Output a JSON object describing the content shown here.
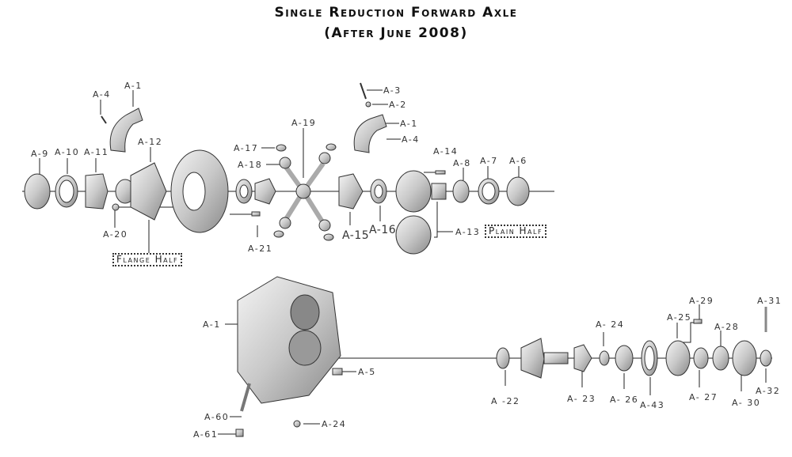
{
  "title": {
    "line1": "Single Reduction Forward Axle",
    "line2": "(After June 2008)"
  },
  "differential": {
    "labels": {
      "a4_left": "A-4",
      "a1_left": "A-1",
      "a9": "A-9",
      "a10": "A-10",
      "a11": "A-11",
      "a12": "A-12",
      "a20": "A-20",
      "a17": "A-17",
      "a18": "A-18",
      "a19": "A-19",
      "a21": "A-21",
      "a15": "A-15",
      "a16": "A-16",
      "a3": "A-3",
      "a2": "A-2",
      "a1_right": "A-1",
      "a4_right": "A-4",
      "a14": "A-14",
      "a8": "A-8",
      "a7": "A-7",
      "a6": "A-6",
      "a13": "A-13"
    },
    "flange_half": "Flange Half",
    "plain_half": "Plain Half"
  },
  "housing": {
    "labels": {
      "a1": "A-1",
      "a5": "A-5",
      "a60": "A-60",
      "a61": "A-61",
      "a24_lower": "A-24",
      "a22": "A -22",
      "a23": "A- 23",
      "a24": "A- 24",
      "a26": "A- 26",
      "a43": "A-43",
      "a25": "A-25",
      "a29": "A-29",
      "a28": "A-28",
      "a27": "A- 27",
      "a30": "A- 30",
      "a31": "A-31",
      "a32": "A-32"
    }
  }
}
